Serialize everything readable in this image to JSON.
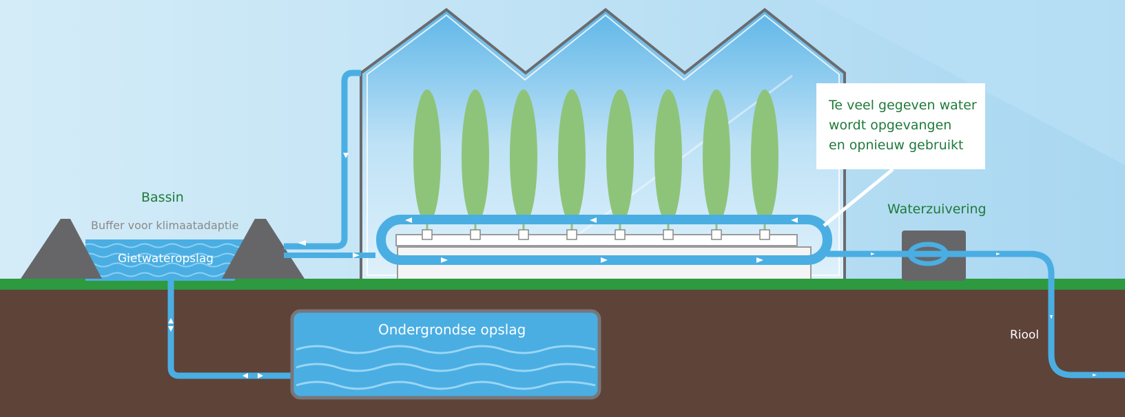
{
  "labels": {
    "bassin": "Bassin",
    "buffer": "Buffer voor klimaatadaptie",
    "gietwater": "Gietwateropslag",
    "waterzuivering": "Waterzuivering",
    "riool": "Riool",
    "ondergronds": "Ondergrondse opslag"
  },
  "callout": {
    "lines": [
      "Te veel gegeven water",
      "wordt opgevangen",
      "en opnieuw gebruikt"
    ]
  },
  "colors": {
    "sky": "#cfe9f7",
    "water": "#4aaee3",
    "grass": "#2e9a3f",
    "soil": "#5e4339",
    "dike": "#666669",
    "plant": "#8ec47a",
    "label_green": "#1f7a3a"
  },
  "plant_count": 8
}
